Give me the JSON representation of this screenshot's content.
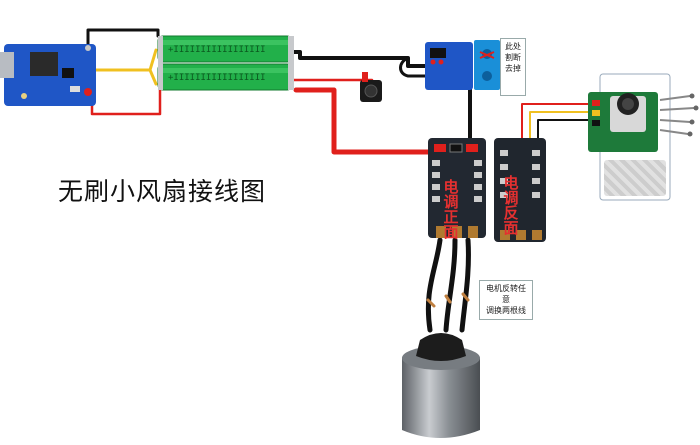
{
  "title": "无刷小风扇接线图",
  "notes": {
    "remove_here": "此处\n割断\n去掉",
    "swap_wires": "电机反转任意\n调换两根线"
  },
  "esc_labels": [
    "电\n调\n正\n面",
    "电\n调\n反\n面"
  ],
  "colors": {
    "battery": "#22b04a",
    "wire_red": "#e0201c",
    "wire_black": "#111111",
    "wire_yellow": "#f0c020",
    "pcb_dark": "#222831",
    "pcb_blue": "#1f56c6",
    "pcb_green": "#1e7a3a",
    "terminal_blue": "#1a8fd8",
    "motor_metal": "#8a8f94"
  },
  "icons": [
    "charger-module-icon",
    "battery-cell-icon",
    "relay-module-icon",
    "push-switch-icon",
    "esc-board-icon",
    "potentiometer-board-icon",
    "brushless-motor-icon"
  ]
}
